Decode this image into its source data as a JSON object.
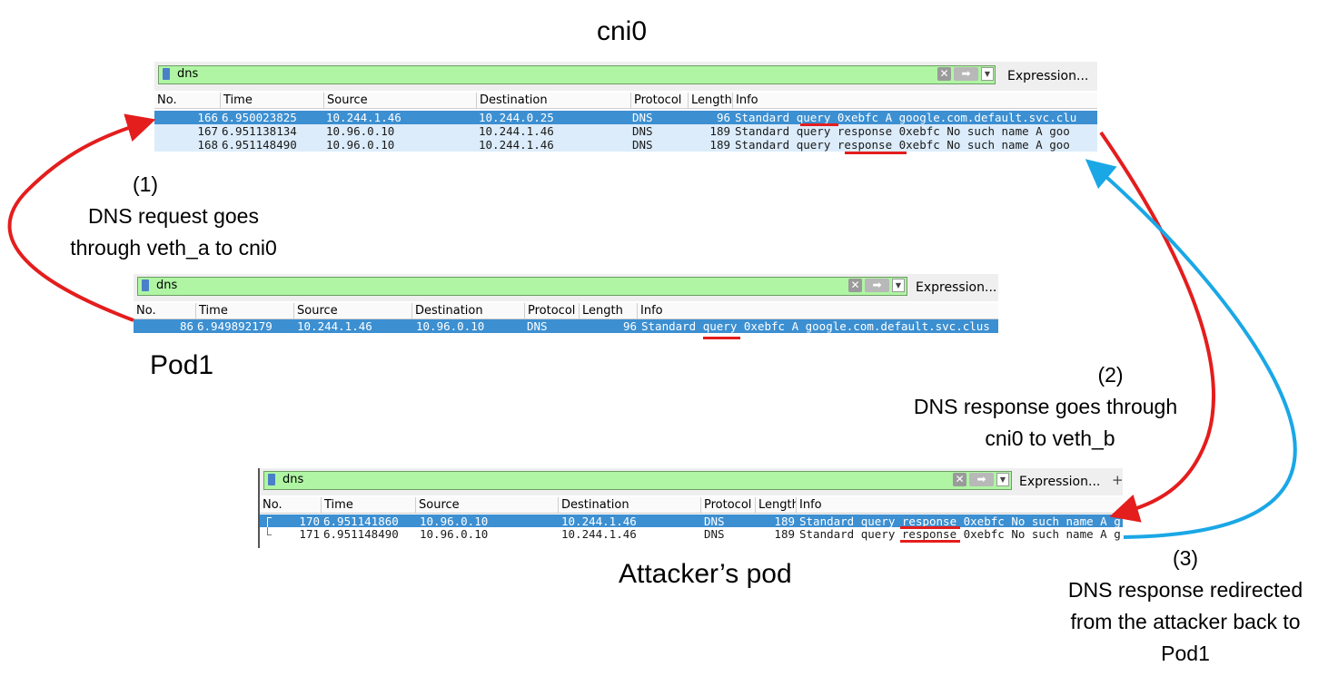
{
  "labels": {
    "cni0_title": "cni0",
    "pod1_title": "Pod1",
    "attacker_title": "Attacker’s pod",
    "step1": [
      "(1)",
      "DNS request goes",
      "through veth_a to cni0"
    ],
    "step2": [
      "(2)",
      "DNS response goes through",
      "cni0 to veth_b"
    ],
    "step3": [
      "(3)",
      "DNS response redirected",
      "from the attacker back to",
      "Pod1"
    ]
  },
  "colors": {
    "request_arrow": "#e41d1d",
    "response_arrow": "#e41d1d",
    "redirect_arrow": "#1aa7e6",
    "selected_row": "#3c8fd1",
    "normal_row": "#dcecfb",
    "filter_bg": "#aff5a3"
  },
  "common": {
    "expression_label": "Expression...",
    "clear_icon": "clear-filter-icon",
    "apply_icon": "apply-filter-arrow-icon",
    "bookmark_icon": "filter-bookmark-icon"
  },
  "cni0": {
    "filter": "dns",
    "columns": [
      "No.",
      "Time",
      "Source",
      "Destination",
      "Protocol",
      "Length",
      "Info"
    ],
    "rows": [
      {
        "no": "166",
        "time": "6.950023825",
        "source": "10.244.1.46",
        "destination": "10.244.0.25",
        "protocol": "DNS",
        "length": "96",
        "info_pre": "Standard ",
        "info_kw": "query",
        "info_post": " 0xebfc A google.com.default.svc.clu"
      },
      {
        "no": "167",
        "time": "6.951138134",
        "source": "10.96.0.10",
        "destination": "10.244.1.46",
        "protocol": "DNS",
        "length": "189",
        "info_pre": "Standard query ",
        "info_kw": "response",
        "info_post": " 0xebfc No such name A goo"
      },
      {
        "no": "168",
        "time": "6.951148490",
        "source": "10.96.0.10",
        "destination": "10.244.1.46",
        "protocol": "DNS",
        "length": "189",
        "info_pre": "Standard query ",
        "info_kw": "response",
        "info_post": " 0xebfc No such name A goo"
      }
    ]
  },
  "pod1": {
    "filter": "dns",
    "columns": [
      "No.",
      "Time",
      "Source",
      "Destination",
      "Protocol",
      "Length",
      "Info"
    ],
    "rows": [
      {
        "no": "86",
        "time": "6.949892179",
        "source": "10.244.1.46",
        "destination": "10.96.0.10",
        "protocol": "DNS",
        "length": "96",
        "info_pre": "Standard ",
        "info_kw": "query",
        "info_post": " 0xebfc A google.com.default.svc.clus"
      }
    ]
  },
  "attacker": {
    "filter": "dns",
    "columns": [
      "No.",
      "Time",
      "Source",
      "Destination",
      "Protocol",
      "Length",
      "Info"
    ],
    "rows": [
      {
        "no": "170",
        "time": "6.951141860",
        "source": "10.96.0.10",
        "destination": "10.244.1.46",
        "protocol": "DNS",
        "length": "189",
        "info_pre": "Standard query ",
        "info_kw": "response",
        "info_post": " 0xebfc No such name A g"
      },
      {
        "no": "171",
        "time": "6.951148490",
        "source": "10.96.0.10",
        "destination": "10.244.1.46",
        "protocol": "DNS",
        "length": "189",
        "info_pre": "Standard query ",
        "info_kw": "response",
        "info_post": " 0xebfc No such name A g"
      }
    ]
  }
}
